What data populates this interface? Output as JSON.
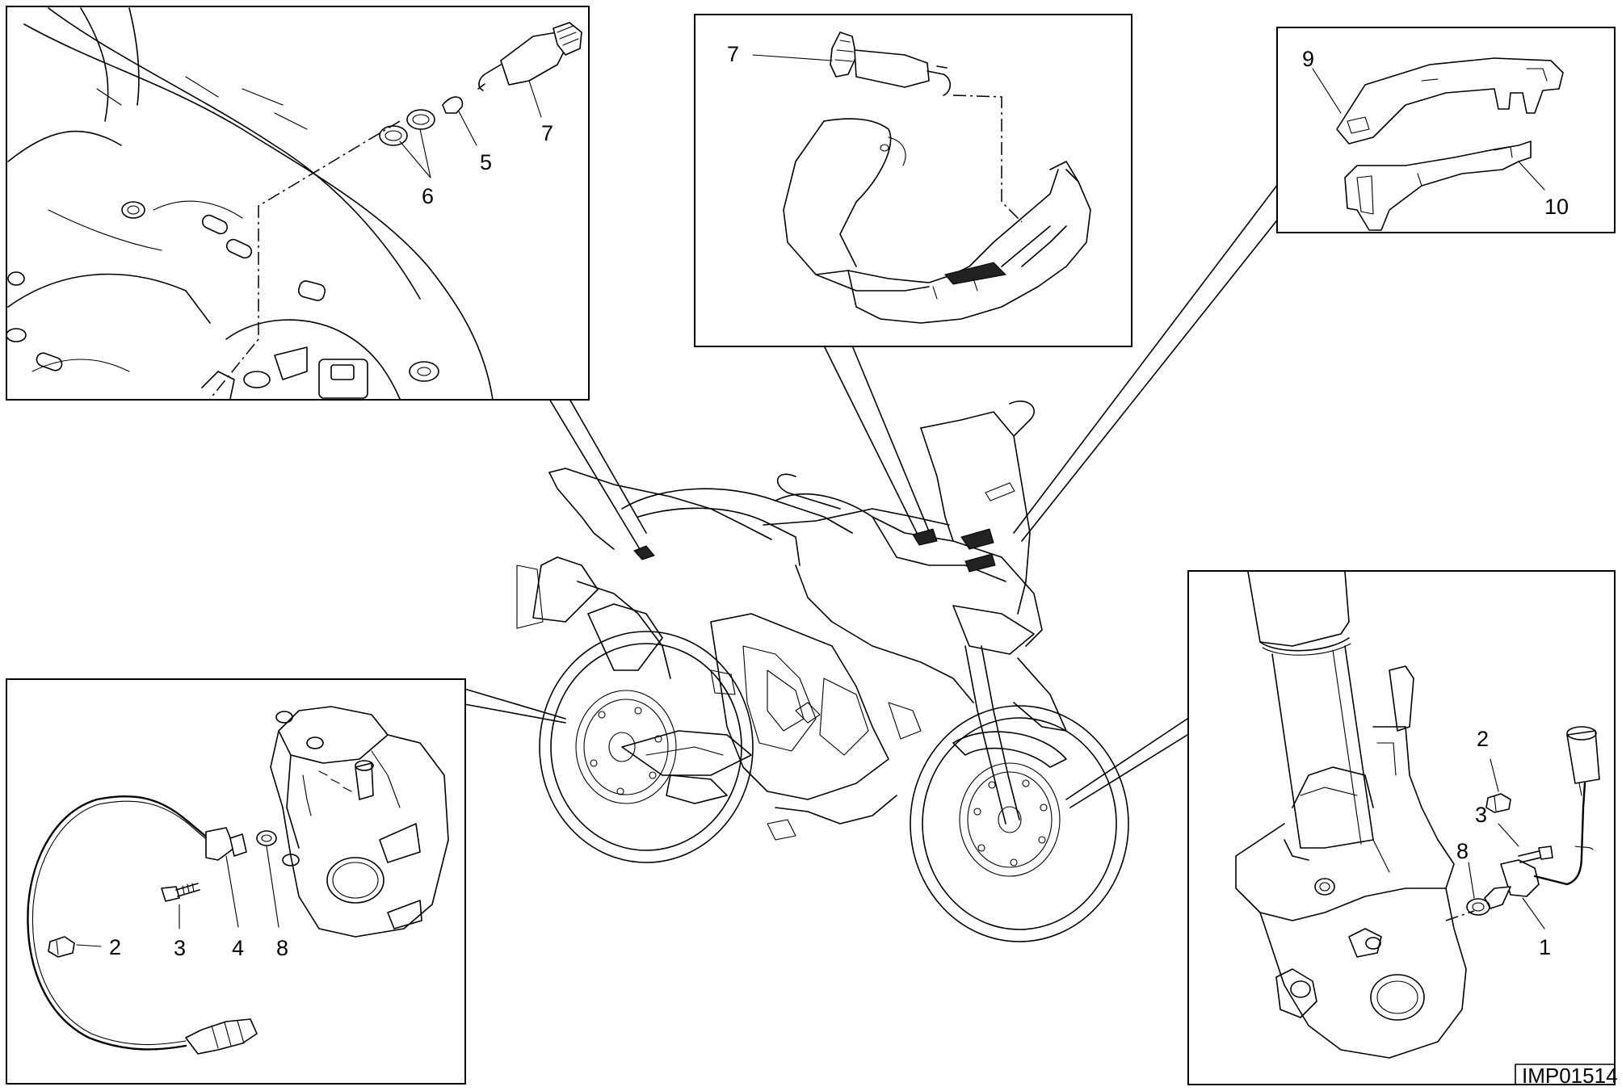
{
  "drawing_code": "IMP01514",
  "callouts": {
    "top_left": [
      "5",
      "6",
      "7"
    ],
    "top_middle": [
      "7"
    ],
    "top_right": [
      "9",
      "10"
    ],
    "bottom_left": [
      "2",
      "3",
      "4",
      "8"
    ],
    "bottom_right": [
      "1",
      "2",
      "3",
      "8"
    ]
  }
}
